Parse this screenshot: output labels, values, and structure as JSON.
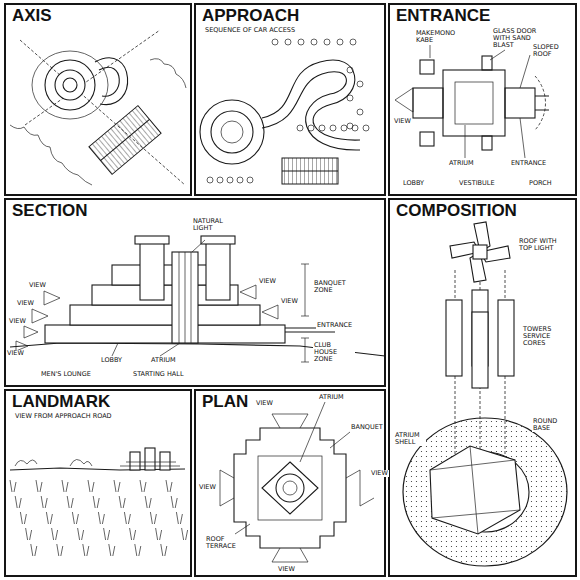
{
  "diagram": {
    "nodes": [
      {
        "text": [
          "AXIS"
        ]
      },
      {
        "text": [
          "APPROACH",
          "SEQUENCE OF CAR ACCESS"
        ]
      },
      {
        "text": [
          "ENTRANCE"
        ]
      },
      {
        "text": [
          "SECTION"
        ]
      },
      {
        "text": [
          "COMPOSITION"
        ]
      },
      {
        "text": [
          "LANDMARK",
          "VIEW FROM APPROACH ROAD"
        ]
      },
      {
        "text": [
          "PLAN"
        ]
      }
    ],
    "labels": [
      "MAKEMONO KABE",
      "GLASS DOOR WITH SAND BLAST",
      "SLOPED ROOF",
      "VIEW",
      "ATRIUM",
      "ENTRANCE",
      "LOBBY",
      "VESTIBULE",
      "PORCH",
      "NATURAL LIGHT",
      "VIEW",
      "VIEW",
      "VIEW",
      "VIEW",
      "VIEW",
      "VIEW",
      "BANQUET ZONE",
      "ENTRANCE",
      "CLUB HOUSE ZONE",
      "LOBBY",
      "ATRIUM",
      "MEN'S LOUNGE",
      "STARTING HALL",
      "ROOF WITH TOP LIGHT",
      "TOWERS SERVICE CORES",
      "ROUND BASE",
      "ATRIUM SHELL",
      "VIEW",
      "ATRIUM",
      "BANQUET",
      "VIEW",
      "VIEW",
      "ROOF TERRACE",
      "VIEW"
    ]
  }
}
